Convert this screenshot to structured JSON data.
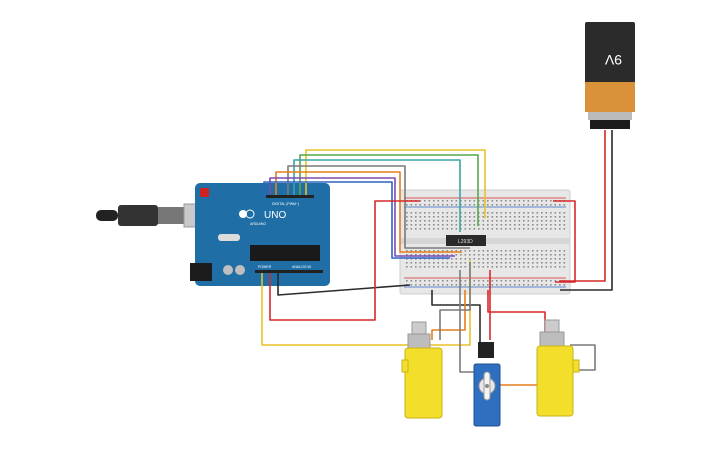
{
  "battery": {
    "label": "9V",
    "color": "#2b2b2b",
    "band": "#d9923a"
  },
  "arduino": {
    "brand": "UNO",
    "sub": "ARDUINO",
    "header_digital": "DIGITAL (PWM~)",
    "header_power": "POWER",
    "header_analog": "ANALOG IN",
    "color": "#1f6fa6"
  },
  "driver": {
    "label": "L293D"
  },
  "colors": {
    "wire_red": "#d62828",
    "wire_black": "#2b2b2b",
    "wire_yellow": "#e9c227",
    "wire_green": "#55a84a",
    "wire_blue": "#2f63c4",
    "wire_purple": "#7b4bb3",
    "wire_orange": "#e57f1c",
    "wire_gray": "#7a7a7a",
    "wire_teal": "#39a3a8",
    "motor_yellow": "#f3df2a",
    "servo_blue": "#2f6fc0",
    "breadboard": "#e7e7e7"
  }
}
